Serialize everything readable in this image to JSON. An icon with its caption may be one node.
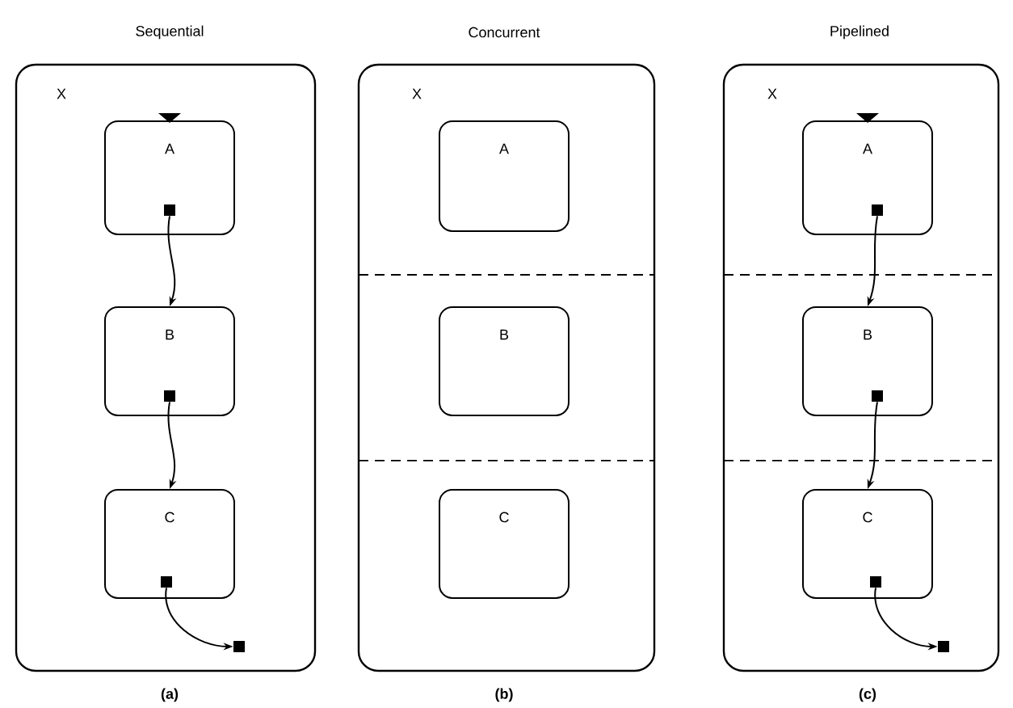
{
  "diagram": {
    "nodes": [
      {
        "text": [
          "Sequential",
          "X"
        ],
        "beside": [
          "(a)"
        ]
      },
      {
        "text": [
          "A"
        ],
        "in": 0
      },
      {
        "text": [
          "B"
        ],
        "in": 0
      },
      {
        "text": [
          "C"
        ],
        "in": 0
      },
      {
        "text": [],
        "shape": "box",
        "in": 1
      },
      {
        "text": [],
        "shape": "box",
        "in": 2
      },
      {
        "text": [],
        "shape": "box",
        "in": 3
      },
      {
        "text": [],
        "shape": "box",
        "in": 0
      },
      {
        "text": [
          "Concurrent",
          "X"
        ],
        "beside": [
          "(b)"
        ]
      },
      {
        "text": [
          "A"
        ],
        "in": 8
      },
      {
        "text": [
          "B"
        ],
        "in": 8
      },
      {
        "text": [
          "C"
        ],
        "in": 8
      },
      {
        "text": [
          "Pipelined",
          "X"
        ],
        "beside": [
          "(c)"
        ]
      },
      {
        "text": [
          "A"
        ],
        "in": 12
      },
      {
        "text": [
          "B"
        ],
        "in": 12
      },
      {
        "text": [
          "C"
        ],
        "in": 12
      },
      {
        "text": [],
        "shape": "box",
        "in": 13
      },
      {
        "text": [],
        "shape": "box",
        "in": 14
      },
      {
        "text": [],
        "shape": "box",
        "in": 15
      },
      {
        "text": [],
        "shape": "box",
        "in": 12
      }
    ],
    "edges": [
      {
        "from": 4,
        "to": 2,
        "arrow": "to"
      },
      {
        "from": 5,
        "to": 3,
        "arrow": "to"
      },
      {
        "from": 6,
        "to": 7,
        "arrow": "to"
      },
      {
        "from": 16,
        "to": 14,
        "arrow": "to"
      },
      {
        "from": 17,
        "to": 15,
        "arrow": "to"
      },
      {
        "from": 18,
        "to": 19,
        "arrow": "to"
      }
    ]
  }
}
